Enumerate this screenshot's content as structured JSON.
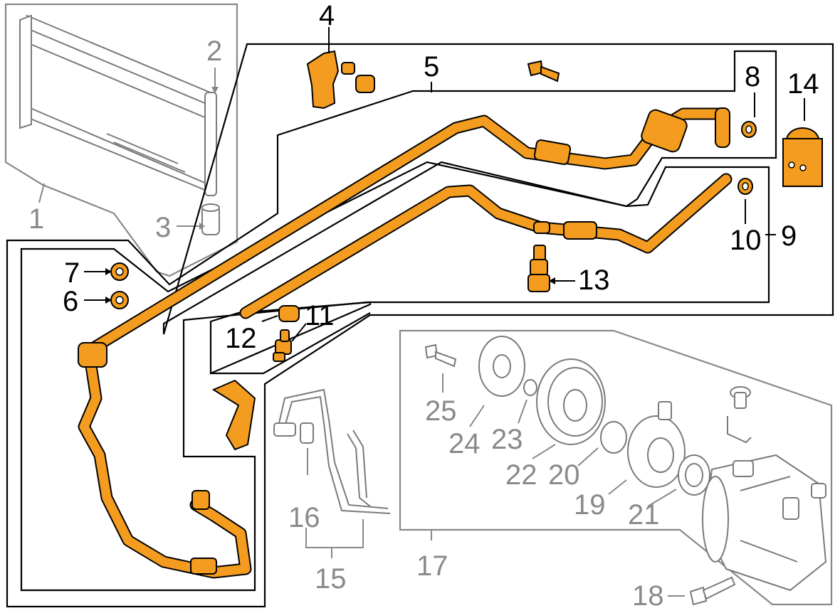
{
  "callouts": {
    "c1": "1",
    "c2": "2",
    "c3": "3",
    "c4": "4",
    "c5": "5",
    "c6": "6",
    "c7": "7",
    "c8": "8",
    "c9": "9",
    "c10": "10",
    "c11": "11",
    "c12": "12",
    "c13": "13",
    "c14": "14",
    "c15": "15",
    "c16": "16",
    "c17": "17",
    "c18": "18",
    "c19": "19",
    "c20": "20",
    "c21": "21",
    "c22": "22",
    "c23": "23",
    "c24": "24",
    "c25": "25"
  },
  "colors": {
    "highlight": "#f39c1f",
    "outline": "#000000",
    "grey_part": "#7a7a7a"
  }
}
